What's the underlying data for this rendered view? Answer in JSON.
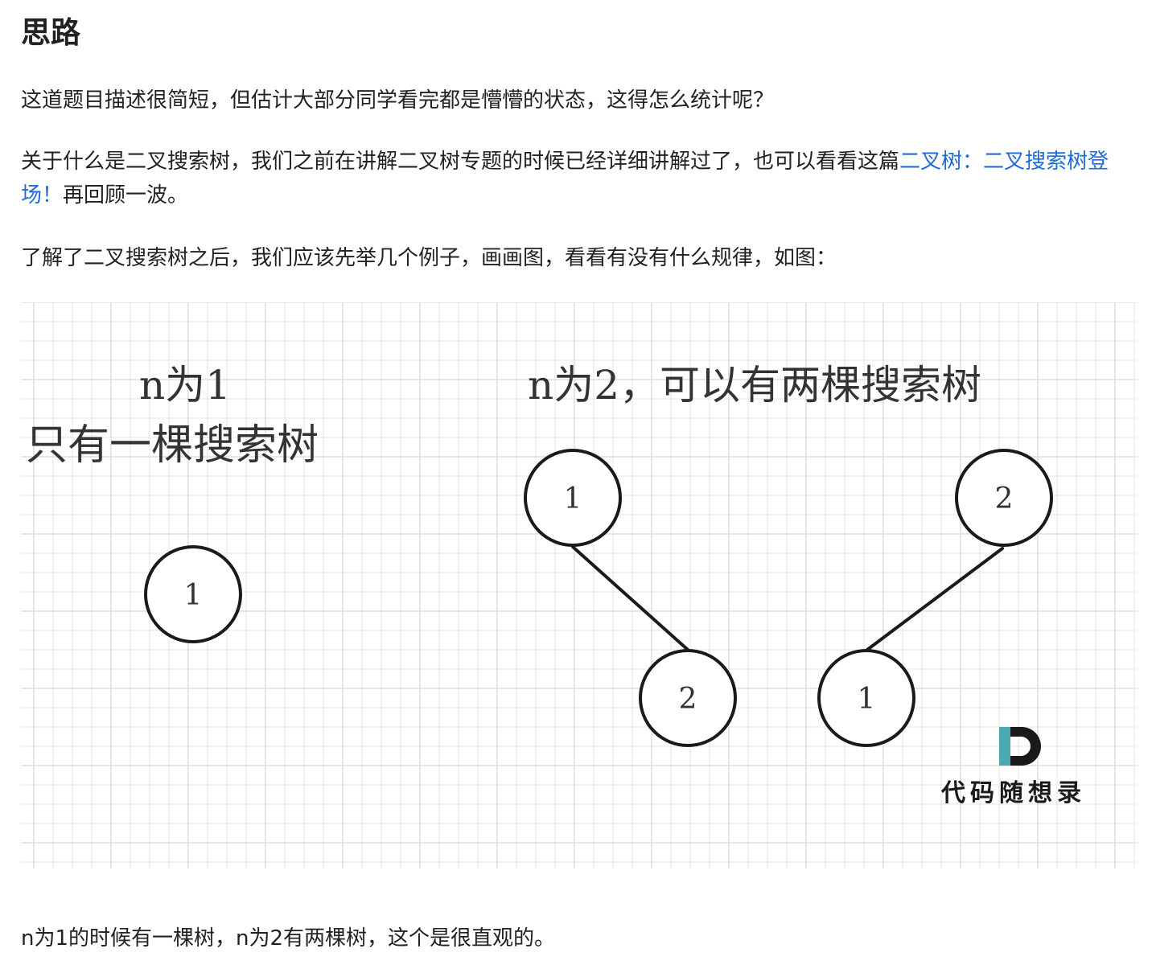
{
  "heading": "思路",
  "paragraphs": {
    "p1": "这道题目描述很简短，但估计大部分同学看完都是懵懵的状态，这得怎么统计呢？",
    "p2_before": "关于什么是二叉搜索树，我们之前在讲解二叉树专题的时候已经详细讲解过了，也可以看看这篇",
    "p2_link": "二叉树：二叉搜索树登场！",
    "p2_after": "再回顾一波。",
    "p3": "了解了二叉搜索树之后，我们应该先举几个例子，画画图，看看有没有什么规律，如图：",
    "p4": "n为1的时候有一棵树，n为2有两棵树，这个是很直观的。"
  },
  "figure": {
    "left_title_line1": "n为1",
    "left_title_line2": "只有一棵搜索树",
    "right_title": "n为2，可以有两棵搜索树",
    "tree_n1": {
      "root": "1"
    },
    "tree_n2_a": {
      "root": "1",
      "right_child": "2"
    },
    "tree_n2_b": {
      "root": "2",
      "left_child": "1"
    },
    "logo_text": "代码随想录",
    "logo_letter": "D",
    "colors": {
      "grid": "#e6e6e6",
      "node_stroke": "#1a1a1a",
      "logo_accent": "#4ea8b3",
      "logo_dark": "#1a1a1a"
    }
  }
}
